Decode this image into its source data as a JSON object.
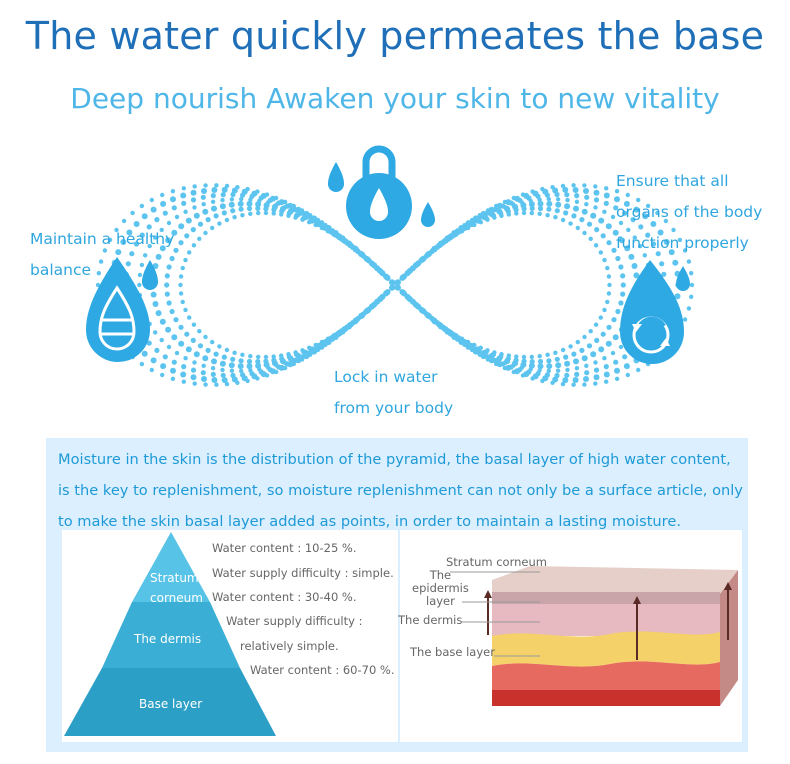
{
  "header": {
    "title": "The water quickly permeates the base",
    "subtitle": "Deep nourish Awaken your skin to new vitality"
  },
  "infographic": {
    "left_label": [
      "Maintain a healthy",
      "balance"
    ],
    "right_label": [
      "Ensure that all",
      "organs of the body",
      "function properly"
    ],
    "bottom_label": [
      "Lock in water",
      "from your body"
    ],
    "colors": {
      "accent": "#2fa6df",
      "dots": "#5cc4ee",
      "title": "#1f6fb8"
    },
    "icons": [
      "lock-drop-icon",
      "drop-level-icon",
      "drop-refresh-icon"
    ]
  },
  "panel": {
    "description": [
      "Moisture in the skin is the distribution of the pyramid, the basal layer of high water content,",
      "is the key to replenishment, so moisture replenishment can not only be a surface article, only",
      "to make the skin basal layer added as points, in order to maintain a lasting moisture."
    ],
    "pyramid": {
      "top_label": [
        "Stratum",
        "corneum"
      ],
      "middle_label": "The dermis",
      "bottom_label": "Base layer",
      "notes": [
        "Water content : 10-25 %.",
        "Water supply difficulty : simple.",
        "Water content : 30-40 %.",
        "Water supply difficulty :",
        "relatively simple.",
        "Water content : 60-70 %."
      ]
    },
    "skin": {
      "stratum_corneum": "Stratum corneum",
      "epidermis": [
        "The",
        "epidermis",
        "layer"
      ],
      "dermis": "The dermis",
      "base_layer": "The base layer"
    }
  }
}
